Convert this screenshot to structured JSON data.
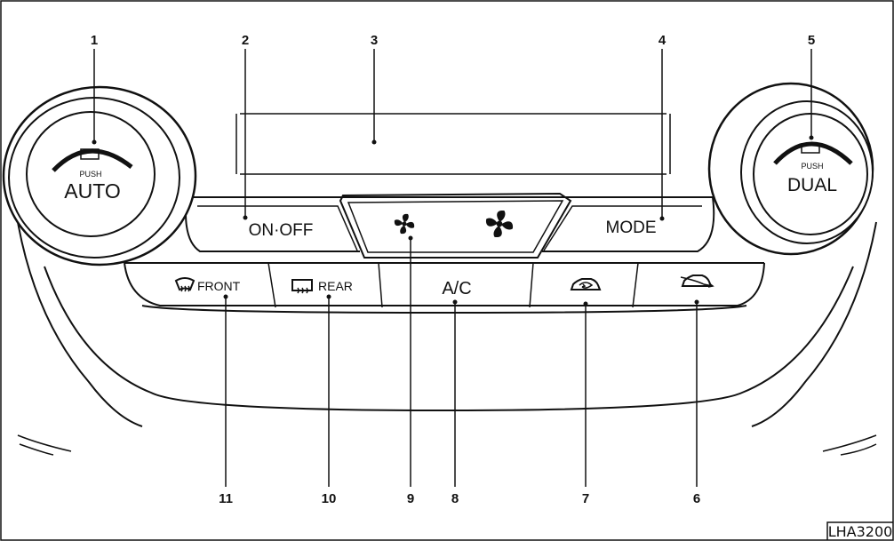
{
  "figure_code": "LHA3200",
  "callouts": [
    "1",
    "2",
    "3",
    "4",
    "5",
    "6",
    "7",
    "8",
    "9",
    "10",
    "11"
  ],
  "left_knob": {
    "push_label": "PUSH",
    "main_label": "AUTO"
  },
  "right_knob": {
    "push_label": "PUSH",
    "main_label": "DUAL"
  },
  "buttons": {
    "on_off": "ON·OFF",
    "mode": "MODE",
    "ac": "A/C",
    "front": "FRONT",
    "rear": "REAR"
  },
  "icons": {
    "fan_decrease": "fan-small-icon",
    "fan_increase": "fan-large-icon",
    "front_defrost": "front-defrost-icon",
    "rear_defrost": "rear-defrost-icon",
    "air_recirculation": "recirculation-icon",
    "outside_air": "outside-air-icon"
  },
  "colors": {
    "ink": "#111111",
    "background": "#ffffff"
  }
}
